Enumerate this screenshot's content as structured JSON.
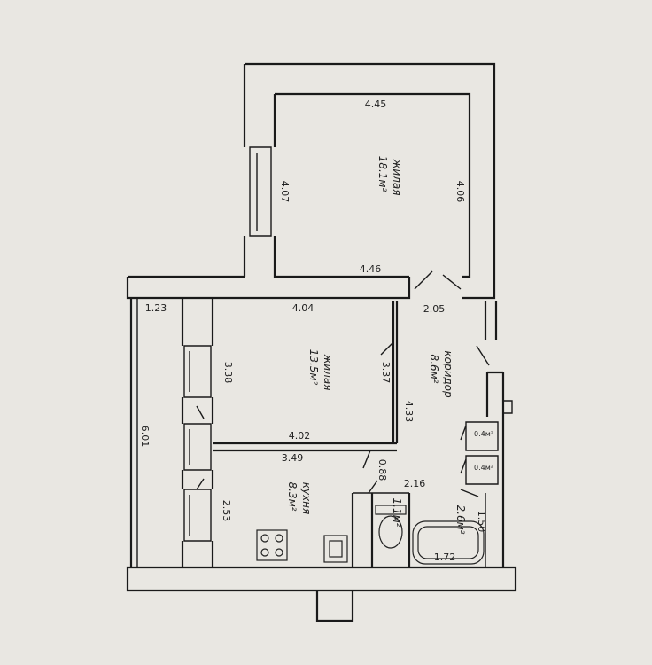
{
  "rooms": {
    "top": {
      "label": "жилая",
      "area": "18.1м²",
      "dim_top": "4.45",
      "dim_left": "4.07",
      "dim_right": "4.06",
      "dim_bottom": "4.46"
    },
    "middle": {
      "label": "жилая",
      "area": "13.5м²",
      "dim_top": "4.04",
      "dim_left": "3.38",
      "dim_right": "3.37",
      "dim_bottom": "4.02"
    },
    "corridor": {
      "label": "коридор",
      "area": "8.6м²",
      "dim_top": "2.05",
      "dim_side": "4.33"
    },
    "kitchen": {
      "label": "кухня",
      "area": "8.3м²",
      "dim_top": "3.49",
      "dim_left": "2.53",
      "dim_right": "0.88"
    },
    "bath": {
      "dim_top": "2.16",
      "area_wc": "1.1м²",
      "area_bath": "2.6м²",
      "dim_bottom": "1.72",
      "dim_side": "1.50"
    },
    "balcony": {
      "dim_top": "1.23",
      "dim_side": "6.01"
    },
    "closets": [
      "0.4м²",
      "0.4м²"
    ]
  }
}
